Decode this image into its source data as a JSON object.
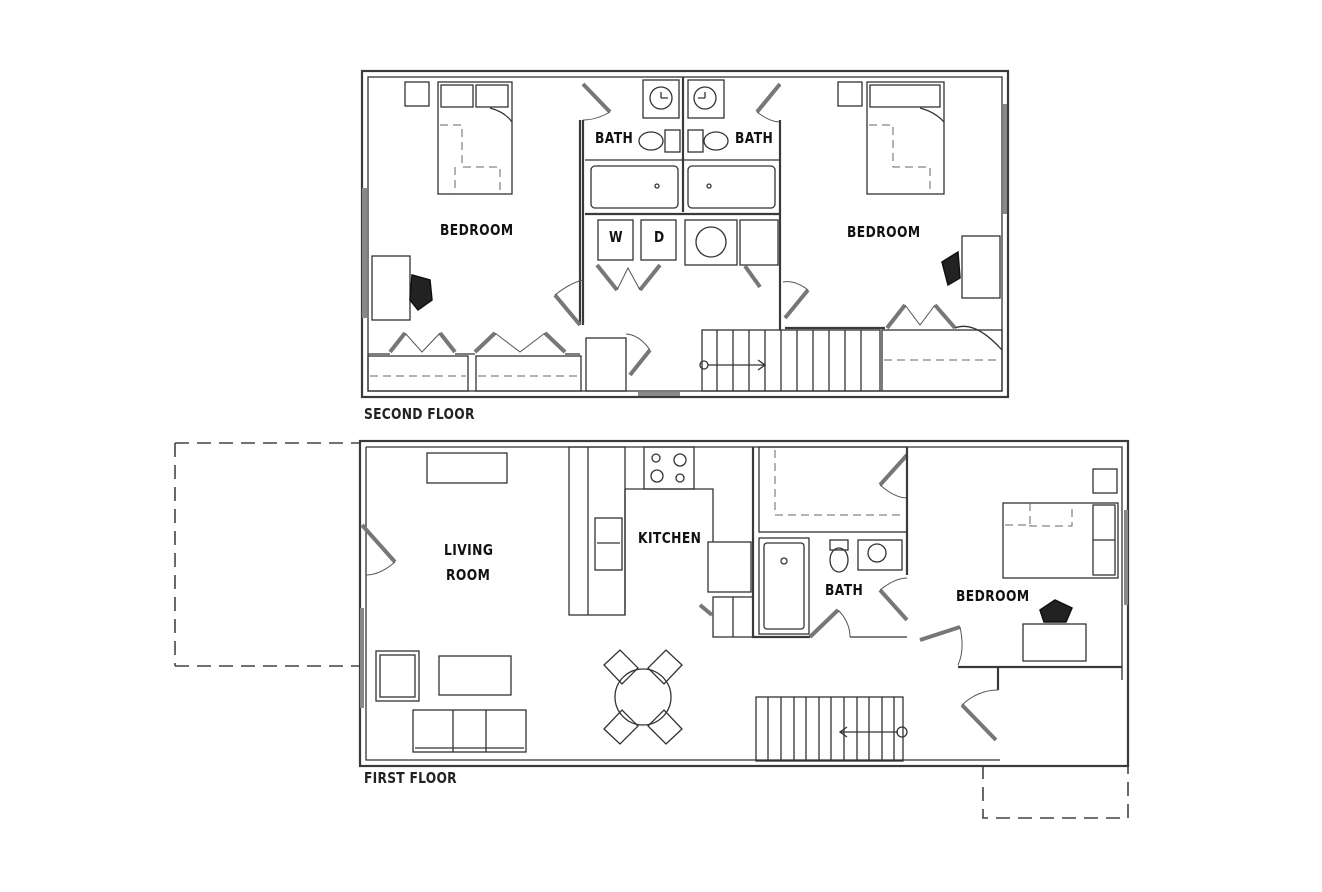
{
  "second_floor": {
    "label": "SECOND FLOOR",
    "rooms": {
      "bedroom_left": "BEDROOM",
      "bath_left": "BATH",
      "bath_right": "BATH",
      "bedroom_right": "BEDROOM",
      "washer": "W",
      "dryer": "D"
    }
  },
  "first_floor": {
    "label": "FIRST FLOOR",
    "rooms": {
      "living_room_line1": "LIVING",
      "living_room_line2": "ROOM",
      "kitchen": "KITCHEN",
      "bath": "BATH",
      "bedroom": "BEDROOM"
    }
  },
  "colors": {
    "wall": "#3a3a3a",
    "background": "#ffffff"
  }
}
